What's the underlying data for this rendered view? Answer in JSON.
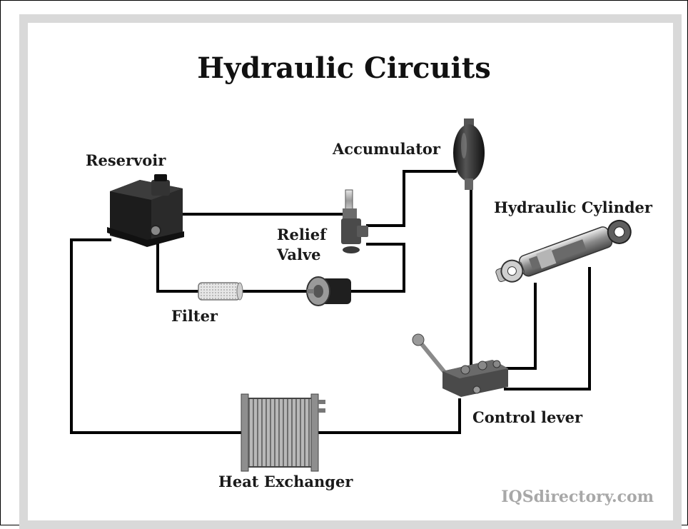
{
  "title": "Hydraulic Circuits",
  "watermark": "IQSdirectory.com",
  "components": {
    "reservoir": "Reservoir",
    "accumulator": "Accumulator",
    "relief_valve_line1": "Relief",
    "relief_valve_line2": "Valve",
    "hydraulic_cylinder": "Hydraulic Cylinder",
    "filter": "Filter",
    "control_lever": "Control lever",
    "heat_exchanger": "Heat Exchanger"
  },
  "icons": {
    "reservoir": "reservoir-icon",
    "accumulator": "accumulator-icon",
    "relief_valve": "relief-valve-icon",
    "hydraulic_cylinder": "hydraulic-cylinder-icon",
    "filter": "filter-icon",
    "pump": "pump-icon",
    "control_valve": "control-valve-icon",
    "heat_exchanger": "heat-exchanger-icon"
  },
  "colors": {
    "line": "#000000",
    "panel_border": "#d9d9d9",
    "watermark": "#a8a8a8"
  }
}
